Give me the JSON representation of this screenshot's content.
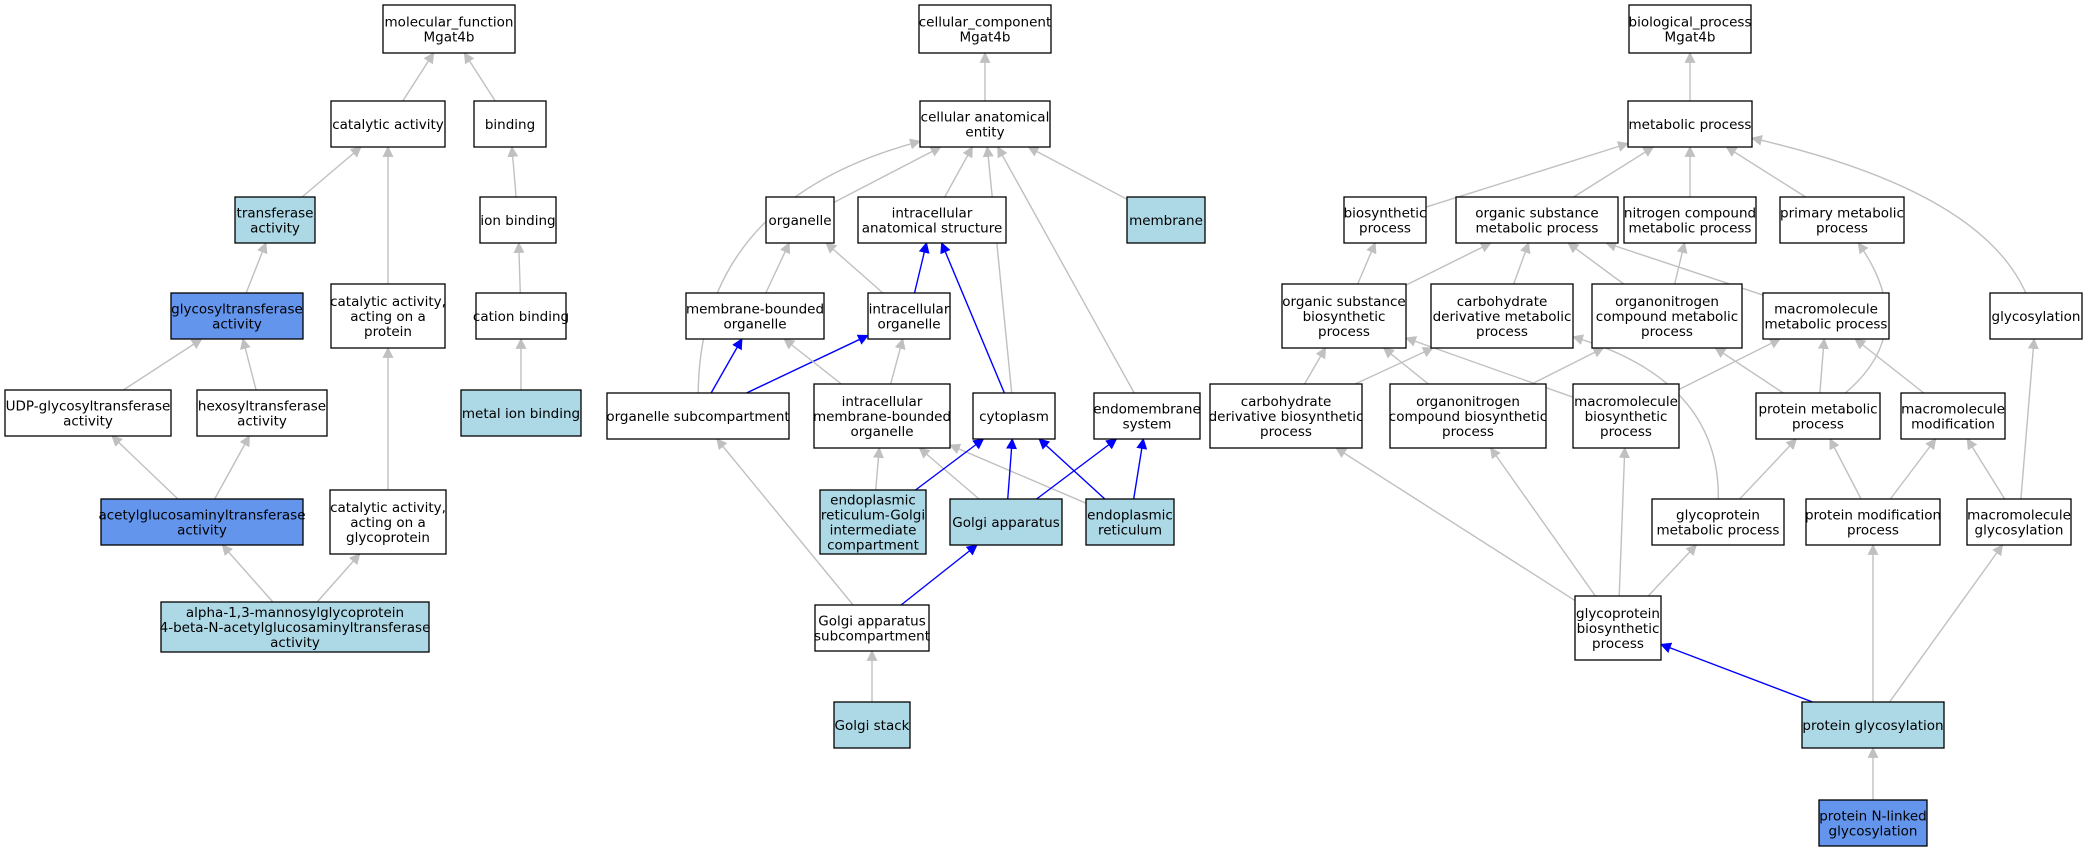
{
  "colors": {
    "plain": "#ffffff",
    "highlight_light": "#add8e6",
    "highlight_strong": "#6495ed",
    "edge_grey": "#c0c0c0",
    "edge_blue": "#0000ff"
  },
  "nodes": [
    {
      "id": "mf",
      "lines": [
        "molecular_function",
        "Mgat4b"
      ],
      "fill": "plain"
    },
    {
      "id": "cat",
      "lines": [
        "catalytic activity"
      ],
      "fill": "plain"
    },
    {
      "id": "bind",
      "lines": [
        "binding"
      ],
      "fill": "plain"
    },
    {
      "id": "trans",
      "lines": [
        "transferase",
        "activity"
      ],
      "fill": "highlight_light"
    },
    {
      "id": "ionb",
      "lines": [
        "ion binding"
      ],
      "fill": "plain"
    },
    {
      "id": "glyco",
      "lines": [
        "glycosyltransferase",
        "activity"
      ],
      "fill": "highlight_strong"
    },
    {
      "id": "catprot",
      "lines": [
        "catalytic activity,",
        "acting on a",
        "protein"
      ],
      "fill": "plain"
    },
    {
      "id": "cation",
      "lines": [
        "cation binding"
      ],
      "fill": "plain"
    },
    {
      "id": "udp",
      "lines": [
        "UDP-glycosyltransferase",
        "activity"
      ],
      "fill": "plain"
    },
    {
      "id": "hexo",
      "lines": [
        "hexosyltransferase",
        "activity"
      ],
      "fill": "plain"
    },
    {
      "id": "metal",
      "lines": [
        "metal ion binding"
      ],
      "fill": "highlight_light"
    },
    {
      "id": "acetyl",
      "lines": [
        "acetylglucosaminyltransferase",
        "activity"
      ],
      "fill": "highlight_strong"
    },
    {
      "id": "catglyco",
      "lines": [
        "catalytic activity,",
        "acting on a",
        "glycoprotein"
      ],
      "fill": "plain"
    },
    {
      "id": "alpha",
      "lines": [
        "alpha-1,3-mannosylglycoprotein",
        "4-beta-N-acetylglucosaminyltransferase",
        "activity"
      ],
      "fill": "highlight_light"
    },
    {
      "id": "cc",
      "lines": [
        "cellular_component",
        "Mgat4b"
      ],
      "fill": "plain"
    },
    {
      "id": "cae",
      "lines": [
        "cellular anatomical",
        "entity"
      ],
      "fill": "plain"
    },
    {
      "id": "organelle",
      "lines": [
        "organelle"
      ],
      "fill": "plain"
    },
    {
      "id": "ias",
      "lines": [
        "intracellular",
        "anatomical structure"
      ],
      "fill": "plain"
    },
    {
      "id": "membrane",
      "lines": [
        "membrane"
      ],
      "fill": "highlight_light"
    },
    {
      "id": "mbo",
      "lines": [
        "membrane-bounded",
        "organelle"
      ],
      "fill": "plain"
    },
    {
      "id": "io",
      "lines": [
        "intracellular",
        "organelle"
      ],
      "fill": "plain"
    },
    {
      "id": "osub",
      "lines": [
        "organelle subcompartment"
      ],
      "fill": "plain"
    },
    {
      "id": "imbo",
      "lines": [
        "intracellular",
        "membrane-bounded",
        "organelle"
      ],
      "fill": "plain"
    },
    {
      "id": "cyto",
      "lines": [
        "cytoplasm"
      ],
      "fill": "plain"
    },
    {
      "id": "endo",
      "lines": [
        "endomembrane",
        "system"
      ],
      "fill": "plain"
    },
    {
      "id": "ergic",
      "lines": [
        "endoplasmic",
        "reticulum-Golgi",
        "intermediate",
        "compartment"
      ],
      "fill": "highlight_light"
    },
    {
      "id": "golgi",
      "lines": [
        "Golgi apparatus"
      ],
      "fill": "highlight_light"
    },
    {
      "id": "er",
      "lines": [
        "endoplasmic",
        "reticulum"
      ],
      "fill": "highlight_light"
    },
    {
      "id": "gas",
      "lines": [
        "Golgi apparatus",
        "subcompartment"
      ],
      "fill": "plain"
    },
    {
      "id": "gstack",
      "lines": [
        "Golgi stack"
      ],
      "fill": "highlight_light"
    },
    {
      "id": "bp",
      "lines": [
        "biological_process",
        "Mgat4b"
      ],
      "fill": "plain"
    },
    {
      "id": "mp",
      "lines": [
        "metabolic process"
      ],
      "fill": "plain"
    },
    {
      "id": "bio",
      "lines": [
        "biosynthetic",
        "process"
      ],
      "fill": "plain"
    },
    {
      "id": "osmp",
      "lines": [
        "organic substance",
        "metabolic process"
      ],
      "fill": "plain"
    },
    {
      "id": "ncmp",
      "lines": [
        "nitrogen compound",
        "metabolic process"
      ],
      "fill": "plain"
    },
    {
      "id": "pmp",
      "lines": [
        "primary metabolic",
        "process"
      ],
      "fill": "plain"
    },
    {
      "id": "osbp",
      "lines": [
        "organic substance",
        "biosynthetic",
        "process"
      ],
      "fill": "plain"
    },
    {
      "id": "cdmp",
      "lines": [
        "carbohydrate",
        "derivative metabolic",
        "process"
      ],
      "fill": "plain"
    },
    {
      "id": "oncmp",
      "lines": [
        "organonitrogen",
        "compound metabolic",
        "process"
      ],
      "fill": "plain"
    },
    {
      "id": "mmp",
      "lines": [
        "macromolecule",
        "metabolic process"
      ],
      "fill": "plain"
    },
    {
      "id": "glycosylation",
      "lines": [
        "glycosylation"
      ],
      "fill": "plain"
    },
    {
      "id": "cdbp",
      "lines": [
        "carbohydrate",
        "derivative biosynthetic",
        "process"
      ],
      "fill": "plain"
    },
    {
      "id": "oncbp",
      "lines": [
        "organonitrogen",
        "compound biosynthetic",
        "process"
      ],
      "fill": "plain"
    },
    {
      "id": "mbp",
      "lines": [
        "macromolecule",
        "biosynthetic",
        "process"
      ],
      "fill": "plain"
    },
    {
      "id": "protmp",
      "lines": [
        "protein metabolic",
        "process"
      ],
      "fill": "plain"
    },
    {
      "id": "mmod",
      "lines": [
        "macromolecule",
        "modification"
      ],
      "fill": "plain"
    },
    {
      "id": "gpmp",
      "lines": [
        "glycoprotein",
        "metabolic process"
      ],
      "fill": "plain"
    },
    {
      "id": "pmod",
      "lines": [
        "protein modification",
        "process"
      ],
      "fill": "plain"
    },
    {
      "id": "mglyco",
      "lines": [
        "macromolecule",
        "glycosylation"
      ],
      "fill": "plain"
    },
    {
      "id": "gpbp",
      "lines": [
        "glycoprotein",
        "biosynthetic",
        "process"
      ],
      "fill": "plain"
    },
    {
      "id": "pglyco",
      "lines": [
        "protein glycosylation"
      ],
      "fill": "highlight_light"
    },
    {
      "id": "pnlg",
      "lines": [
        "protein N-linked",
        "glycosylation"
      ],
      "fill": "highlight_strong"
    }
  ],
  "edges": [
    {
      "from": "cat",
      "to": "mf",
      "color": "grey"
    },
    {
      "from": "bind",
      "to": "mf",
      "color": "grey"
    },
    {
      "from": "trans",
      "to": "cat",
      "color": "grey"
    },
    {
      "from": "catprot",
      "to": "cat",
      "color": "grey"
    },
    {
      "from": "ionb",
      "to": "bind",
      "color": "grey"
    },
    {
      "from": "glyco",
      "to": "trans",
      "color": "grey"
    },
    {
      "from": "cation",
      "to": "ionb",
      "color": "grey"
    },
    {
      "from": "udp",
      "to": "glyco",
      "color": "grey"
    },
    {
      "from": "hexo",
      "to": "glyco",
      "color": "grey"
    },
    {
      "from": "metal",
      "to": "cation",
      "color": "grey"
    },
    {
      "from": "acetyl",
      "to": "udp",
      "color": "grey"
    },
    {
      "from": "acetyl",
      "to": "hexo",
      "color": "grey"
    },
    {
      "from": "catglyco",
      "to": "catprot",
      "color": "grey"
    },
    {
      "from": "alpha",
      "to": "acetyl",
      "color": "grey"
    },
    {
      "from": "alpha",
      "to": "catglyco",
      "color": "grey"
    },
    {
      "from": "cae",
      "to": "cc",
      "color": "grey"
    },
    {
      "from": "organelle",
      "to": "cae",
      "color": "grey"
    },
    {
      "from": "ias",
      "to": "cae",
      "color": "grey"
    },
    {
      "from": "membrane",
      "to": "cae",
      "color": "grey"
    },
    {
      "from": "osub",
      "to": "cae",
      "color": "grey",
      "curve": [
        700,
        200
      ]
    },
    {
      "from": "cyto",
      "to": "cae",
      "color": "grey"
    },
    {
      "from": "endo",
      "to": "cae",
      "color": "grey"
    },
    {
      "from": "mbo",
      "to": "organelle",
      "color": "grey"
    },
    {
      "from": "io",
      "to": "organelle",
      "color": "grey"
    },
    {
      "from": "io",
      "to": "ias",
      "color": "blue"
    },
    {
      "from": "cyto",
      "to": "ias",
      "color": "blue"
    },
    {
      "from": "osub",
      "to": "mbo",
      "color": "blue"
    },
    {
      "from": "osub",
      "to": "io",
      "color": "blue"
    },
    {
      "from": "imbo",
      "to": "mbo",
      "color": "grey"
    },
    {
      "from": "imbo",
      "to": "io",
      "color": "grey"
    },
    {
      "from": "ergic",
      "to": "imbo",
      "color": "grey"
    },
    {
      "from": "golgi",
      "to": "imbo",
      "color": "grey"
    },
    {
      "from": "er",
      "to": "imbo",
      "color": "grey"
    },
    {
      "from": "ergic",
      "to": "cyto",
      "color": "blue"
    },
    {
      "from": "golgi",
      "to": "cyto",
      "color": "blue"
    },
    {
      "from": "er",
      "to": "cyto",
      "color": "blue"
    },
    {
      "from": "golgi",
      "to": "endo",
      "color": "blue"
    },
    {
      "from": "er",
      "to": "endo",
      "color": "blue"
    },
    {
      "from": "gas",
      "to": "osub",
      "color": "grey"
    },
    {
      "from": "gas",
      "to": "golgi",
      "color": "blue"
    },
    {
      "from": "gstack",
      "to": "gas",
      "color": "grey"
    },
    {
      "from": "mp",
      "to": "bp",
      "color": "grey"
    },
    {
      "from": "bio",
      "to": "mp",
      "color": "grey"
    },
    {
      "from": "osmp",
      "to": "mp",
      "color": "grey"
    },
    {
      "from": "ncmp",
      "to": "mp",
      "color": "grey"
    },
    {
      "from": "pmp",
      "to": "mp",
      "color": "grey"
    },
    {
      "from": "glycosylation",
      "to": "mp",
      "color": "grey",
      "curve": [
        1980,
        190
      ]
    },
    {
      "from": "osbp",
      "to": "bio",
      "color": "grey"
    },
    {
      "from": "osbp",
      "to": "osmp",
      "color": "grey"
    },
    {
      "from": "cdmp",
      "to": "osmp",
      "color": "grey"
    },
    {
      "from": "oncmp",
      "to": "osmp",
      "color": "grey"
    },
    {
      "from": "oncmp",
      "to": "ncmp",
      "color": "grey"
    },
    {
      "from": "mmp",
      "to": "osmp",
      "color": "grey"
    },
    {
      "from": "cdbp",
      "to": "osbp",
      "color": "grey"
    },
    {
      "from": "cdbp",
      "to": "cdmp",
      "color": "grey"
    },
    {
      "from": "oncbp",
      "to": "osbp",
      "color": "grey"
    },
    {
      "from": "oncbp",
      "to": "oncmp",
      "color": "grey"
    },
    {
      "from": "mbp",
      "to": "osbp",
      "color": "grey"
    },
    {
      "from": "mbp",
      "to": "mmp",
      "color": "grey"
    },
    {
      "from": "protmp",
      "to": "oncmp",
      "color": "grey"
    },
    {
      "from": "protmp",
      "to": "mmp",
      "color": "grey"
    },
    {
      "from": "protmp",
      "to": "pmp",
      "color": "grey",
      "curve": [
        1920,
        330
      ]
    },
    {
      "from": "mmod",
      "to": "mmp",
      "color": "grey"
    },
    {
      "from": "gpmp",
      "to": "cdmp",
      "color": "grey",
      "curve": [
        1720,
        380
      ]
    },
    {
      "from": "gpmp",
      "to": "protmp",
      "color": "grey"
    },
    {
      "from": "pmod",
      "to": "protmp",
      "color": "grey"
    },
    {
      "from": "pmod",
      "to": "mmod",
      "color": "grey"
    },
    {
      "from": "mglyco",
      "to": "mmod",
      "color": "grey"
    },
    {
      "from": "mglyco",
      "to": "glycosylation",
      "color": "grey"
    },
    {
      "from": "gpbp",
      "to": "cdbp",
      "color": "grey"
    },
    {
      "from": "gpbp",
      "to": "oncbp",
      "color": "grey"
    },
    {
      "from": "gpbp",
      "to": "mbp",
      "color": "grey"
    },
    {
      "from": "gpbp",
      "to": "gpmp",
      "color": "grey"
    },
    {
      "from": "pglyco",
      "to": "gpbp",
      "color": "blue"
    },
    {
      "from": "pglyco",
      "to": "pmod",
      "color": "grey"
    },
    {
      "from": "pglyco",
      "to": "mglyco",
      "color": "grey"
    },
    {
      "from": "pnlg",
      "to": "pglyco",
      "color": "grey"
    }
  ]
}
